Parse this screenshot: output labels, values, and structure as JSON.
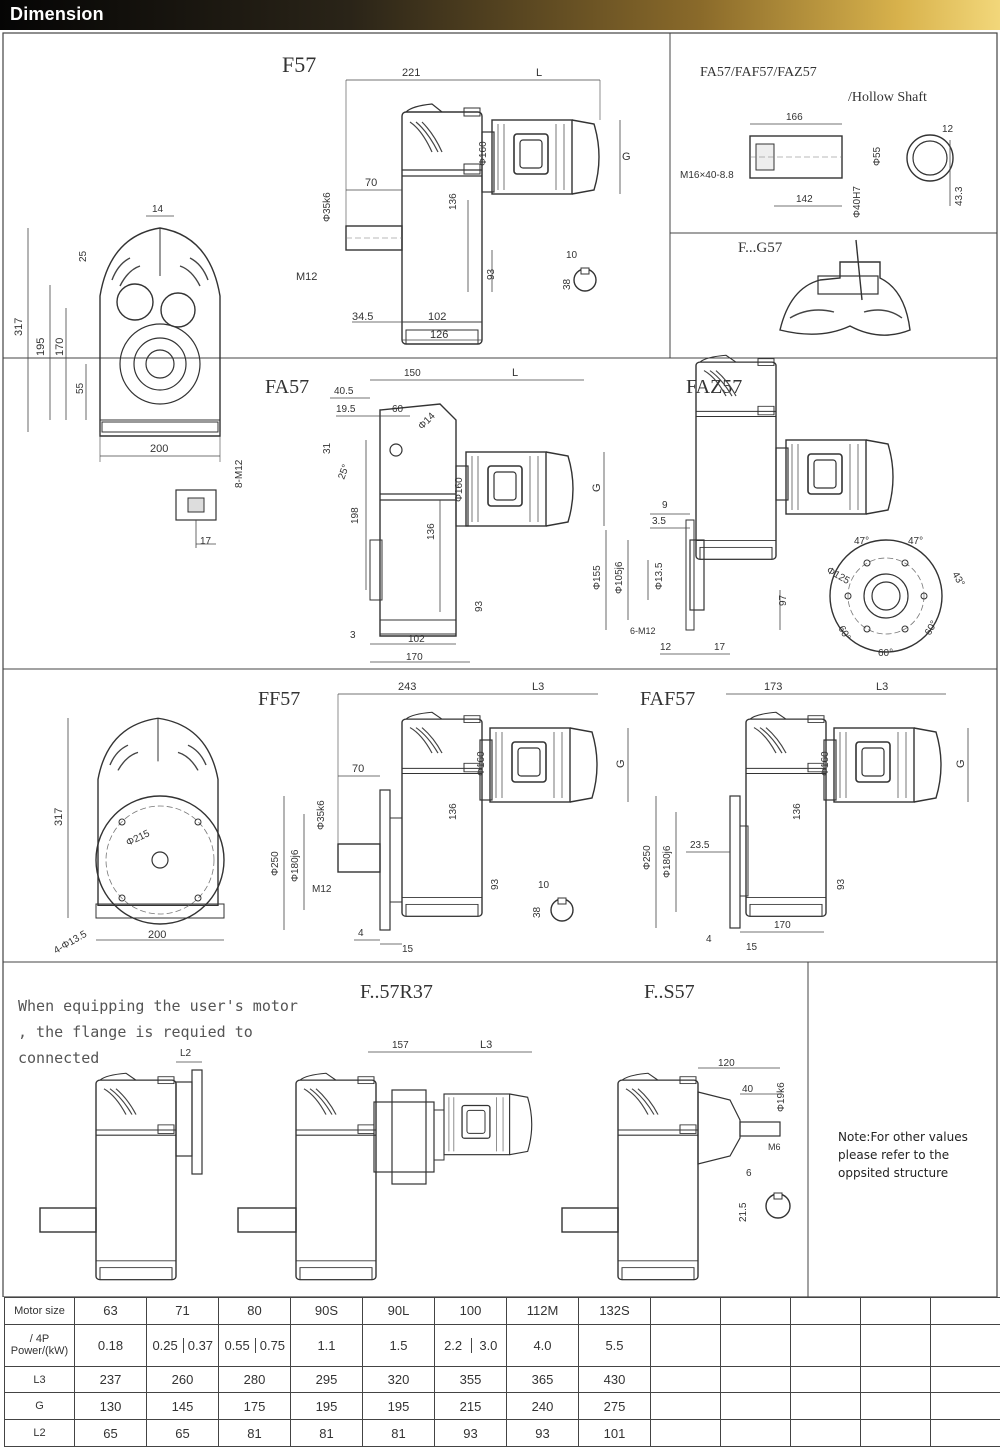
{
  "header": {
    "title": "Dimension"
  },
  "views": {
    "f57": {
      "title": "F57",
      "dims": [
        "221",
        "L",
        "G",
        "Φ160",
        "70",
        "Φ35k6",
        "136",
        "93",
        "M12",
        "34.5",
        "102",
        "126",
        "10",
        "38"
      ]
    },
    "front": {
      "dims": [
        "14",
        "25",
        "317",
        "195",
        "170",
        "55",
        "200",
        "8-M12",
        "17"
      ]
    },
    "hollow": {
      "title": "FA57/FAF57/FAZ57",
      "subtitle": "/Hollow Shaft",
      "dims": [
        "166",
        "M16×40-8.8",
        "142",
        "Φ40H7",
        "Φ55",
        "12",
        "43.3"
      ]
    },
    "g57": {
      "title": "F...G57"
    },
    "fa57": {
      "title": "FA57",
      "dims": [
        "150",
        "L",
        "40.5",
        "19.5",
        "60",
        "Φ14",
        "31",
        "25°",
        "198",
        "Φ160",
        "G",
        "136",
        "93",
        "3",
        "102",
        "170"
      ]
    },
    "faz57": {
      "title": "FAZ57",
      "dims": [
        "9",
        "3.5",
        "Φ155",
        "Φ105j6",
        "Φ13.5",
        "6-M12",
        "12",
        "17",
        "97",
        "47°",
        "47°",
        "Φ125",
        "43°",
        "60°",
        "60°",
        "60°"
      ]
    },
    "ff57": {
      "title": "FF57",
      "dims": [
        "243",
        "L3",
        "G",
        "Φ160",
        "70",
        "Φ35k6",
        "136",
        "Φ250",
        "Φ180j6",
        "M12",
        "93",
        "4",
        "15",
        "10",
        "38"
      ]
    },
    "ff57_front": {
      "dims": [
        "317",
        "Φ215",
        "200",
        "4-Φ13.5"
      ]
    },
    "faf57": {
      "title": "FAF57",
      "dims": [
        "173",
        "L3",
        "G",
        "Φ160",
        "136",
        "23.5",
        "Φ250",
        "Φ180j6",
        "170",
        "93",
        "4",
        "15"
      ]
    },
    "equip": {
      "note": "When equipping the user's motor , the flange is requied to connected",
      "dims": [
        "L2"
      ]
    },
    "r37": {
      "title": "F..57R37",
      "dims": [
        "157",
        "L3"
      ]
    },
    "s57": {
      "title": "F..S57",
      "dims": [
        "120",
        "40",
        "Φ19k6",
        "M6",
        "6",
        "21.5"
      ]
    },
    "note": "Note:For other values please refer to the oppsited structure"
  },
  "table": {
    "rows": [
      {
        "label": "Motor size",
        "cells": [
          "63",
          "71",
          "80",
          "90S",
          "90L",
          "100",
          "112M",
          "132S"
        ]
      },
      {
        "label": "/ 4P Power/(kW)",
        "cells": [
          "0.18",
          [
            "0.25",
            "0.37"
          ],
          [
            "0.55",
            "0.75"
          ],
          "1.1",
          "1.5",
          [
            "2.2",
            "3.0"
          ],
          "4.0",
          "5.5"
        ]
      },
      {
        "label": "L3",
        "cells": [
          "237",
          "260",
          "280",
          "295",
          "320",
          "355",
          "365",
          "430"
        ]
      },
      {
        "label": "G",
        "cells": [
          "130",
          "145",
          "175",
          "195",
          "195",
          "215",
          "240",
          "275"
        ]
      },
      {
        "label": "L2",
        "cells": [
          "65",
          "65",
          "81",
          "81",
          "81",
          "93",
          "93",
          "101"
        ]
      }
    ]
  }
}
